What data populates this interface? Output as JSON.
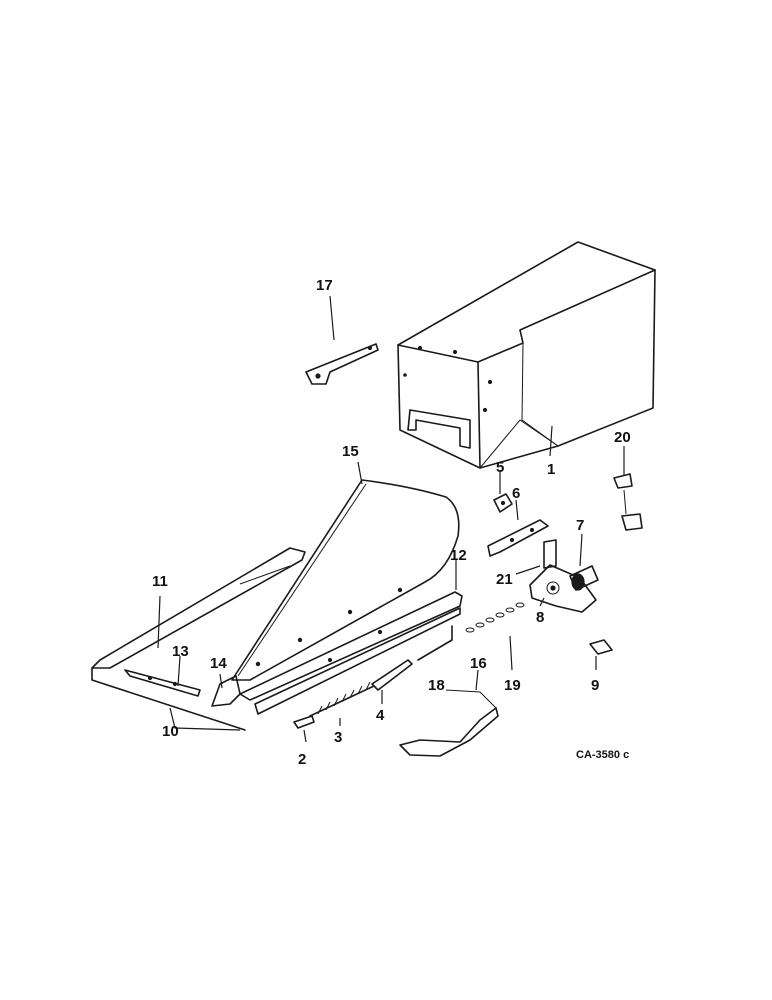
{
  "diagram": {
    "drawing_code": "CA-3580 c",
    "callouts": [
      {
        "id": "1",
        "label": "1"
      },
      {
        "id": "2",
        "label": "2"
      },
      {
        "id": "3",
        "label": "3"
      },
      {
        "id": "4",
        "label": "4"
      },
      {
        "id": "5",
        "label": "5"
      },
      {
        "id": "6",
        "label": "6"
      },
      {
        "id": "7",
        "label": "7"
      },
      {
        "id": "8",
        "label": "8"
      },
      {
        "id": "9",
        "label": "9"
      },
      {
        "id": "10",
        "label": "10"
      },
      {
        "id": "11",
        "label": "11"
      },
      {
        "id": "12",
        "label": "12"
      },
      {
        "id": "13",
        "label": "13"
      },
      {
        "id": "14",
        "label": "14"
      },
      {
        "id": "15",
        "label": "15"
      },
      {
        "id": "16",
        "label": "16"
      },
      {
        "id": "17",
        "label": "17"
      },
      {
        "id": "18",
        "label": "18"
      },
      {
        "id": "19",
        "label": "19"
      },
      {
        "id": "20",
        "label": "20"
      },
      {
        "id": "21",
        "label": "21"
      }
    ]
  }
}
